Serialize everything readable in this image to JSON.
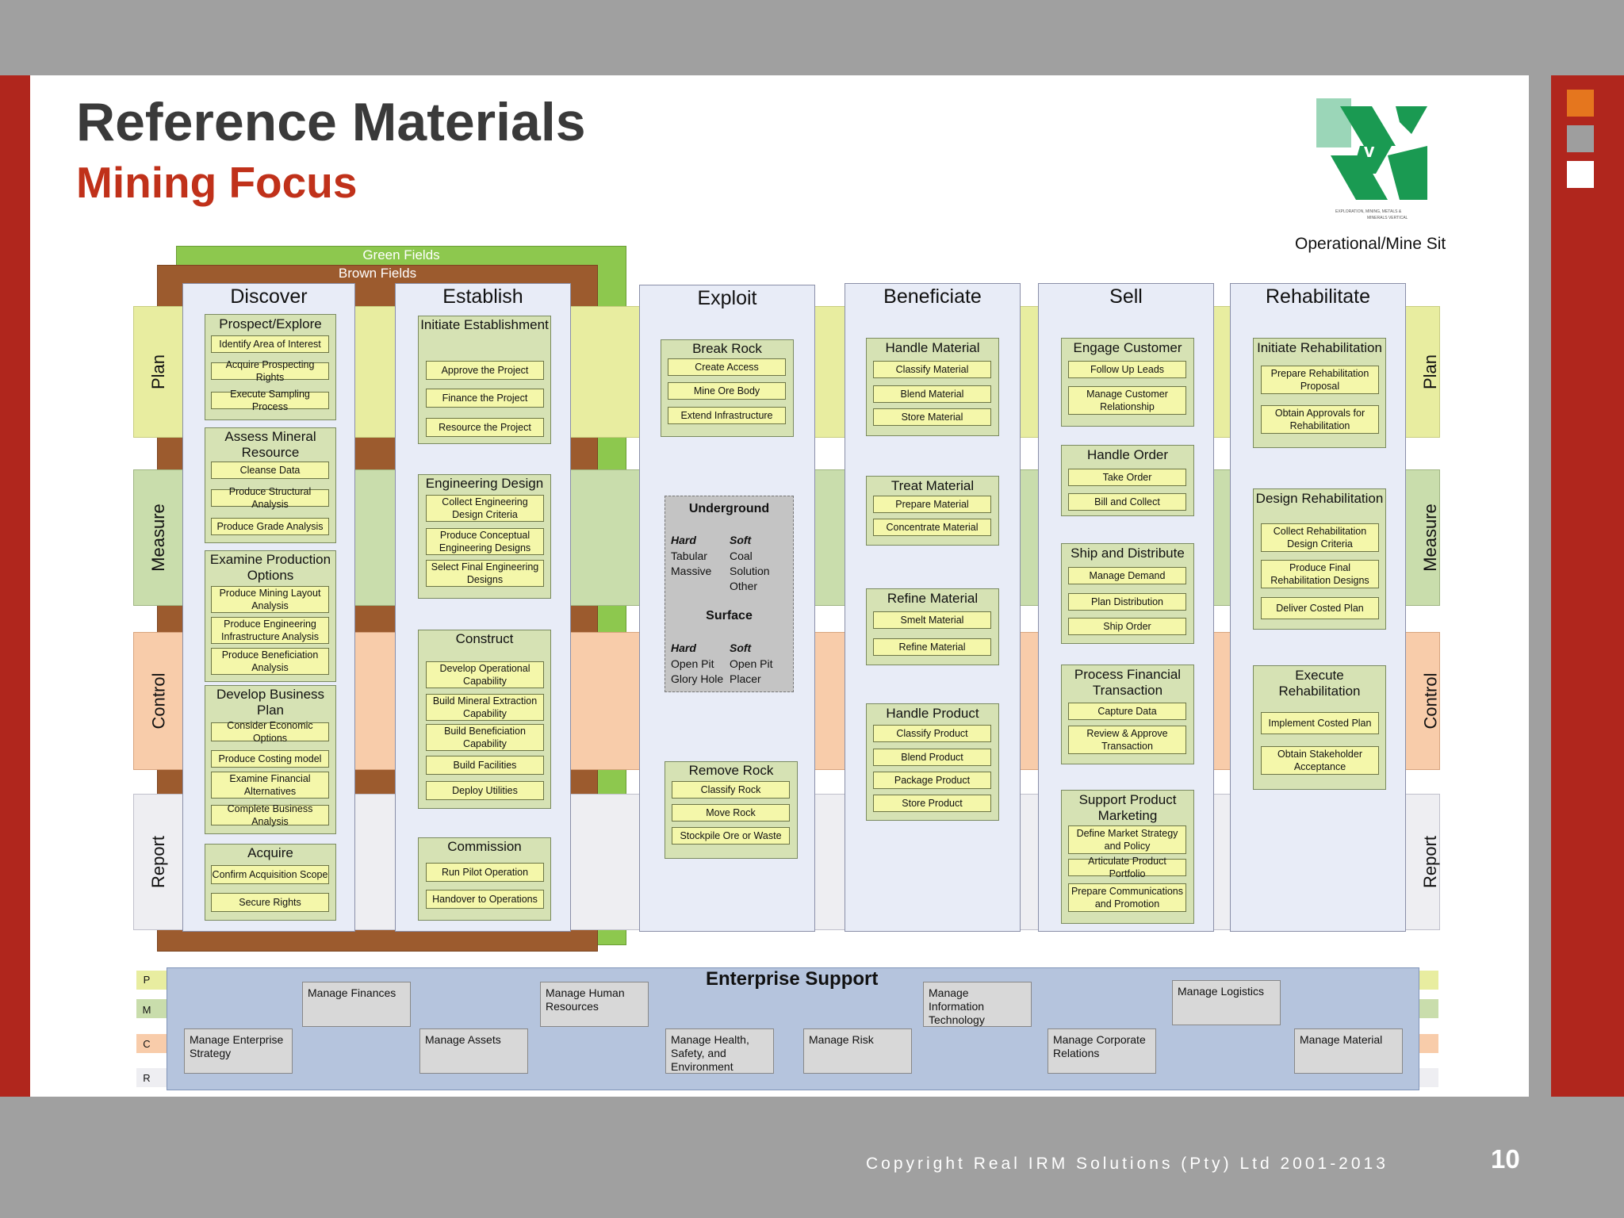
{
  "title": "Reference Materials",
  "subtitle": "Mining Focus",
  "logo": {
    "letters": "EvM",
    "tagline": "EXPLORATION, MINING, METALS & MINERALS VERTICAL"
  },
  "site_label": "Operational/Mine Sit",
  "colors": {
    "accent": "#b0261d",
    "plan": "#e8eda0",
    "measure": "#c9ddac",
    "control": "#f8ccaa",
    "report": "#eeeef2",
    "green_fields": "#8dc84e",
    "brown_fields": "#9c5b2e"
  },
  "green_fields": "Green Fields",
  "brown_fields": "Brown Fields",
  "bands": [
    "Plan",
    "Measure",
    "Control",
    "Report"
  ],
  "columns": [
    {
      "name": "Discover",
      "processes": [
        {
          "title": "Prospect/Explore",
          "activities": [
            "Identify Area of Interest",
            "Acquire Prospecting Rights",
            "Execute Sampling Process"
          ]
        },
        {
          "title": "Assess Mineral Resource",
          "activities": [
            "Cleanse Data",
            "Produce Structural Analysis",
            "Produce Grade Analysis"
          ]
        },
        {
          "title": "Examine Production Options",
          "activities": [
            "Produce Mining Layout Analysis",
            "Produce Engineering Infrastructure Analysis",
            "Produce Beneficiation Analysis"
          ]
        },
        {
          "title": "Develop Business Plan",
          "activities": [
            "Consider Economic Options",
            "Produce Costing model",
            "Examine Financial Alternatives",
            "Complete Business Analysis"
          ]
        },
        {
          "title": "Acquire",
          "activities": [
            "Confirm Acquisition Scope",
            "Secure Rights"
          ]
        }
      ]
    },
    {
      "name": "Establish",
      "processes": [
        {
          "title": "Initiate Establishment",
          "activities": [
            "Approve the Project",
            "Finance the Project",
            "Resource the Project"
          ]
        },
        {
          "title": "Engineering Design",
          "activities": [
            "Collect Engineering Design Criteria",
            "Produce Conceptual Engineering Designs",
            "Select Final Engineering Designs"
          ]
        },
        {
          "title": "Construct",
          "activities": [
            "Develop Operational Capability",
            "Build Mineral Extraction Capability",
            "Build Beneficiation Capability",
            "Build Facilities",
            "Deploy Utilities"
          ]
        },
        {
          "title": "Commission",
          "activities": [
            "Run Pilot Operation",
            "Handover to Operations"
          ]
        }
      ]
    },
    {
      "name": "Exploit",
      "processes": [
        {
          "title": "Break Rock",
          "activities": [
            "Create Access",
            "Mine Ore Body",
            "Extend Infrastructure"
          ]
        },
        {
          "title": "Remove Rock",
          "activities": [
            "Classify Rock",
            "Move Rock",
            "Stockpile Ore or Waste"
          ]
        }
      ]
    },
    {
      "name": "Beneficiate",
      "processes": [
        {
          "title": "Handle Material",
          "activities": [
            "Classify Material",
            "Blend Material",
            "Store Material"
          ]
        },
        {
          "title": "Treat Material",
          "activities": [
            "Prepare Material",
            "Concentrate Material"
          ]
        },
        {
          "title": "Refine Material",
          "activities": [
            "Smelt Material",
            "Refine Material"
          ]
        },
        {
          "title": "Handle Product",
          "activities": [
            "Classify Product",
            "Blend Product",
            "Package Product",
            "Store Product"
          ]
        }
      ]
    },
    {
      "name": "Sell",
      "processes": [
        {
          "title": "Engage Customer",
          "activities": [
            "Follow Up Leads",
            "Manage Customer Relationship"
          ]
        },
        {
          "title": "Handle Order",
          "activities": [
            "Take Order",
            "Bill and Collect"
          ]
        },
        {
          "title": "Ship and Distribute",
          "activities": [
            "Manage Demand",
            "Plan Distribution",
            "Ship Order"
          ]
        },
        {
          "title": "Process Financial Transaction",
          "activities": [
            "Capture Data",
            "Review & Approve Transaction"
          ]
        },
        {
          "title": "Support Product Marketing",
          "activities": [
            "Define Market Strategy and Policy",
            "Articulate Product Portfolio",
            "Prepare Communications and Promotion"
          ]
        }
      ]
    },
    {
      "name": "Rehabilitate",
      "processes": [
        {
          "title": "Initiate Rehabilitation",
          "activities": [
            "Prepare Rehabilitation Proposal",
            "Obtain Approvals for Rehabilitation"
          ]
        },
        {
          "title": "Design Rehabilitation",
          "activities": [
            "Collect Rehabilitation Design Criteria",
            "Produce Final Rehabilitation Designs",
            "Deliver Costed Plan"
          ]
        },
        {
          "title": "Execute Rehabilitation",
          "activities": [
            "Implement Costed  Plan",
            "Obtain Stakeholder Acceptance"
          ]
        }
      ]
    }
  ],
  "mining_methods": {
    "underground": "Underground",
    "underground_hard": "Hard",
    "underground_hard_items": "Tabular\nMassive",
    "underground_soft": "Soft",
    "underground_soft_items": "Coal\nSolution\nOther",
    "surface": "Surface",
    "surface_hard": "Hard",
    "surface_hard_items": "Open Pit\nGlory Hole",
    "surface_soft": "Soft",
    "surface_soft_items": "Open Pit\nPlacer"
  },
  "enterprise_support": {
    "title": "Enterprise Support",
    "band_letters": [
      "P",
      "M",
      "C",
      "R"
    ],
    "items": [
      "Manage Finances",
      "Manage Human Resources",
      "Manage Information Technology",
      "Manage Logistics",
      "Manage Enterprise Strategy",
      "Manage Assets",
      "Manage Health, Safety, and Environment",
      "Manage Risk",
      "Manage Corporate Relations",
      "Manage Material"
    ]
  },
  "copyright": "Copyright Real IRM Solutions (Pty) Ltd 2001-2013",
  "page_number": "10"
}
